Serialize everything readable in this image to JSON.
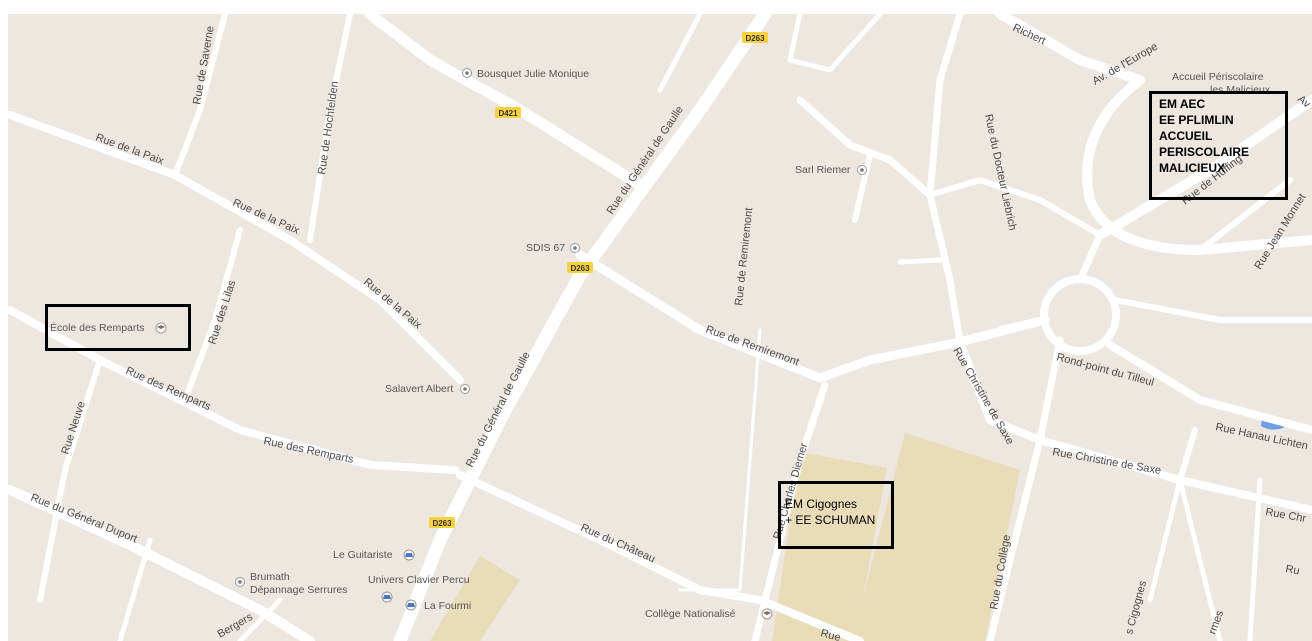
{
  "colors": {
    "land": "#ede7df",
    "road": "#ffffff",
    "school_area": "#e8dcb9",
    "school_area_light": "#efe4c4",
    "water": "#6e9ee8",
    "shield_fill": "#f7d23e",
    "annotation_border": "#000000"
  },
  "streets": {
    "rue_de_saverne": "Rue de Saverne",
    "rue_de_hochfelden": "Rue de Hochfelden",
    "rue_de_la_paix_1": "Rue de la Paix",
    "rue_de_la_paix_2": "Rue de la Paix",
    "rue_de_la_paix_3": "Rue de la Paix",
    "rue_des_lilas": "Rue des Lilas",
    "rue_des_remparts_1": "Rue des Remparts",
    "rue_des_remparts_2": "Rue des Remparts",
    "rue_neuve": "Rue Neuve",
    "rue_du_general_duport": "Rue du Général Duport",
    "rue_du_general_de_gaulle_1": "Rue du Général de Gaulle",
    "rue_du_general_de_gaulle_2": "Rue du Général de Gaulle",
    "rue_de_remiremont_1": "Rue de Remiremont",
    "rue_de_remiremont_2": "Rue de Remiremont",
    "rue_du_chateau": "Rue du Château",
    "rue_charles_diemer": "Rue Charles Diemer",
    "rue_du_docteur_liebrich": "Rue du Docteur Liebrich",
    "rue_christine_de_saxe_1": "Rue Christine de Saxe",
    "rue_christine_de_saxe_2": "Rue Christine de Saxe",
    "rue_du_college": "Rue du Collège",
    "rond_point_du_tilleul": "Rond-point du Tilleul",
    "rue_hanau_lichtenberg": "Rue Hanau Lichten",
    "rue_chr": "Rue Chr",
    "rue_ru": "Ru",
    "rue_richert": "Richert",
    "av_de_l_europe": "Av. de l'Europe",
    "av_partial": "Av",
    "rue_jean_monnet": "Rue Jean Monnet",
    "rue_de_huffing": "Rue de Huffing",
    "rue_des_cigognes": "s Cigognes",
    "rue_armes": "rmes",
    "rue_bergers": "Bergers",
    "rue_bottom": "Rue"
  },
  "shields": {
    "d263_top": "D263",
    "d421": "D421",
    "d263_mid": "D263",
    "d263_bottom": "D263"
  },
  "pois": {
    "bousquet": "Bousquet Julie Monique",
    "sarl_riemer": "Sarl Riemer",
    "sdis": "SDIS 67",
    "ecole_remparts": "École des Remparts",
    "salavert": "Salavert Albert",
    "le_guitariste": "Le Guitariste",
    "brumath_1": "Brumath",
    "brumath_2": "Dépannage Serrures",
    "univers_clavier": "Univers Clavier Percu",
    "la_fourmi": "La Fourmi",
    "college": "Collège Nationalisé",
    "accueil_1": "Accueil Périscolaire",
    "accueil_2": "les Malicieux"
  },
  "annotations": {
    "em_aec": [
      "EM AEC",
      "EE PFLIMLIN",
      "ACCUEIL",
      "PERISCOLAIRE",
      "MALICIEUX"
    ],
    "em_cigognes": [
      "EM Cigognes",
      "+ EE SCHUMAN"
    ]
  }
}
